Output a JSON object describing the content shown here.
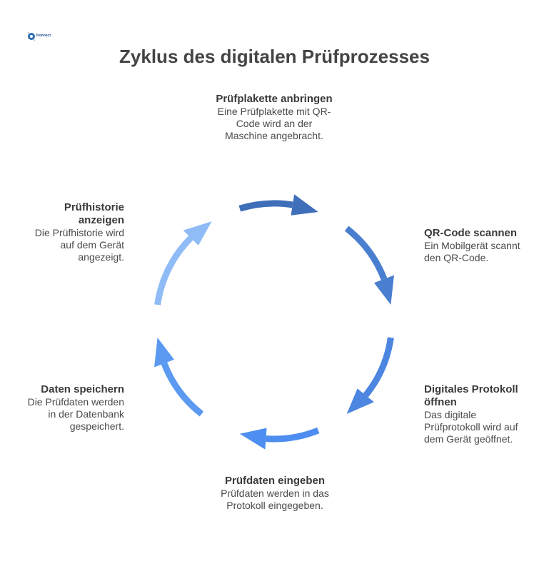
{
  "logo": {
    "name": "Konnect",
    "icon": "logo-icon"
  },
  "title": "Zyklus des digitalen Prüfprozesses",
  "steps": [
    {
      "heading": "Prüfplakette anbringen",
      "text": "Eine Prüfplakette mit QR-Code wird an der Maschine angebracht.",
      "color": "#3f6fb9"
    },
    {
      "heading": "QR-Code scannen",
      "text": "Ein Mobilgerät scannt den QR-Code.",
      "color": "#4a7fcf"
    },
    {
      "heading": "Digitales Protokoll öffnen",
      "text": "Das digitale Prüfprotokoll wird auf dem Gerät geöffnet.",
      "color": "#4d86e0"
    },
    {
      "heading": "Prüfdaten eingeben",
      "text": "Prüfdaten werden in das Protokoll eingegeben.",
      "color": "#4e8ef0"
    },
    {
      "heading": "Daten speichern",
      "text": "Die Prüfdaten werden in der Datenbank gespeichert.",
      "color": "#5c9af2"
    },
    {
      "heading": "Prüfhistorie anzeigen",
      "text": "Die Prüfhistorie wird auf dem Gerät angezeigt.",
      "color": "#8fbbf7"
    }
  ]
}
